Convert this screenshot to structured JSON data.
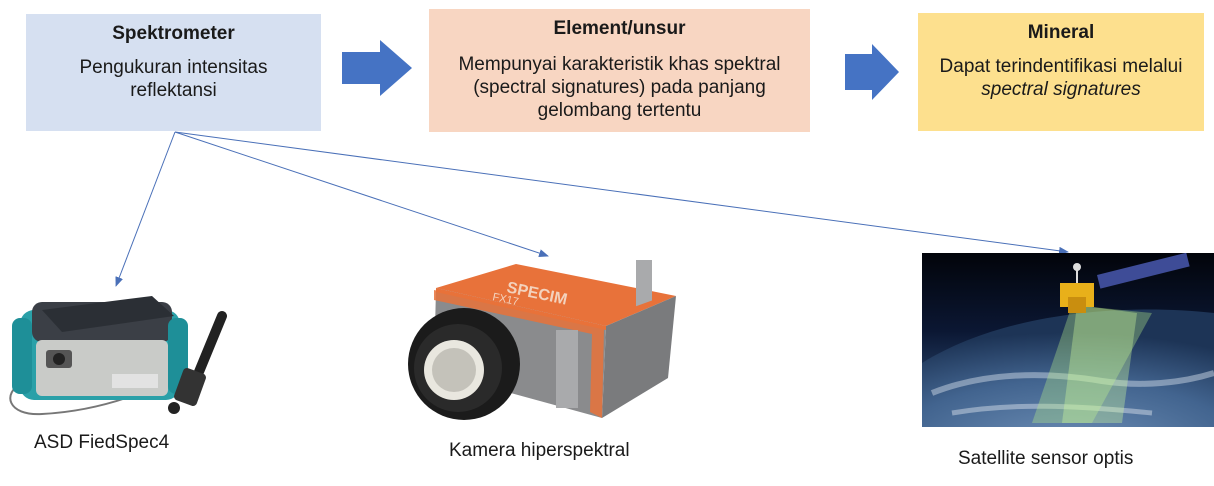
{
  "colors": {
    "box1_fill": "#d6e0f1",
    "box2_fill": "#f8d6c2",
    "box3_fill": "#fde08e",
    "arrow_fill": "#4573c4",
    "connector": "#4a70b8"
  },
  "boxes": {
    "spektrometer": {
      "title": "Spektrometer",
      "desc": "Pengukuran intensitas reflektansi"
    },
    "element": {
      "title": "Element/unsur",
      "desc": "Mempunyai karakteristik khas spektral (spectral signatures) pada panjang gelombang tertentu"
    },
    "mineral": {
      "title": "Mineral",
      "desc_prefix": "Dapat terindentifikasi melalui ",
      "desc_italic": "spectral signatures"
    }
  },
  "devices": {
    "asd": {
      "caption": "ASD FiedSpec4",
      "icon": "spectrometer-device-icon"
    },
    "camera": {
      "caption": "Kamera hiperspektral",
      "icon": "hyperspectral-camera-icon",
      "brand": "SPECIM",
      "model": "FX17"
    },
    "satellite": {
      "caption": "Satellite sensor optis",
      "icon": "satellite-icon"
    }
  }
}
